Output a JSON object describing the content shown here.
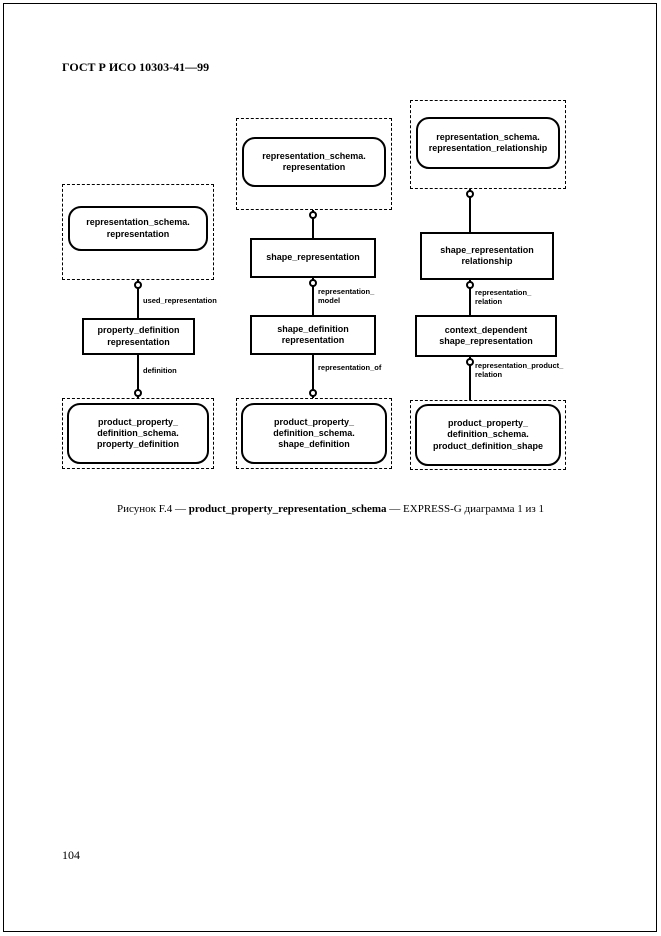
{
  "page": {
    "header": "ГОСТ Р ИСО 10303-41—99",
    "page_number": "104",
    "caption": {
      "prefix": "Рисунок F.4 — ",
      "bold": "product_property_representation_schema",
      "suffix": " — EXPRESS-G диаграмма 1 из 1"
    },
    "colors": {
      "ink": "#000000",
      "paper": "#ffffff"
    }
  },
  "diagram": {
    "type": "express-g",
    "columns": [
      {
        "top_ref": {
          "lines": [
            "representation_schema.",
            "representation"
          ]
        },
        "rel_top_label": "used_representation",
        "entity1": {
          "lines": [
            "property_definition",
            "representation"
          ]
        },
        "rel_bottom_label": "definition",
        "bottom_ref": {
          "lines": [
            "product_property_",
            "definition_schema.",
            "property_definition"
          ]
        }
      },
      {
        "top_ref": {
          "lines": [
            "representation_schema.",
            "representation"
          ]
        },
        "entity1": {
          "lines": [
            "shape_representation"
          ]
        },
        "rel_mid_label": {
          "lines": [
            "representation_",
            "model"
          ]
        },
        "entity2": {
          "lines": [
            "shape_definition",
            "representation"
          ]
        },
        "rel_bottom_label": "representation_of",
        "bottom_ref": {
          "lines": [
            "product_property_",
            "definition_schema.",
            "shape_definition"
          ]
        }
      },
      {
        "top_ref": {
          "lines": [
            "representation_schema.",
            "representation_relationship"
          ]
        },
        "entity1": {
          "lines": [
            "shape_representation",
            "relationship"
          ]
        },
        "rel_mid_label": {
          "lines": [
            "representation_",
            "relation"
          ]
        },
        "entity2": {
          "lines": [
            "context_dependent",
            "shape_representation"
          ]
        },
        "rel_bottom_label": {
          "lines": [
            "representation_product_",
            "relation"
          ]
        },
        "bottom_ref": {
          "lines": [
            "product_property_",
            "definition_schema.",
            "product_definition_shape"
          ]
        }
      }
    ]
  }
}
